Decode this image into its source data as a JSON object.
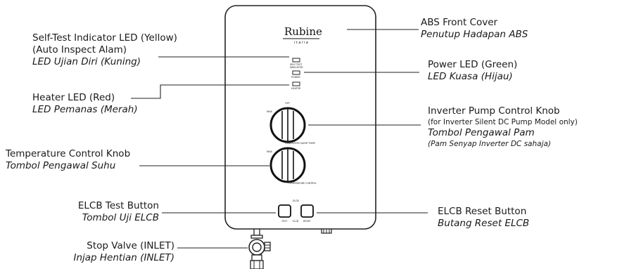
{
  "brand": {
    "logo_text": "Rubine",
    "logo_sub": "italia"
  },
  "panel": {
    "led_selftest": "SELF-TEST",
    "led_selftest2": "INDICATOR",
    "led_power": "POWER",
    "led_heater": "HEATER",
    "knob_off": "OFF",
    "knob_max": "MAX",
    "knob_pump_text": "INVERTER SILENT PUMP",
    "knob_temp_text": "TEMPERATURE CONTROL",
    "btn_row_label": "ELCB",
    "btn_test": "TEST",
    "btn_mid": "ELCB",
    "btn_reset": "RESET"
  },
  "labels": {
    "abs_cover": {
      "en": "ABS Front Cover",
      "ms": "Penutup Hadapan ABS"
    },
    "self_test": {
      "en": "Self-Test Indicator LED (Yellow)",
      "en2": "(Auto Inspect Alam)",
      "ms": "LED Ujian Diri (Kuning)"
    },
    "power_led": {
      "en": "Power LED (Green)",
      "ms": "LED Kuasa (Hijau)"
    },
    "heater_led": {
      "en": "Heater LED (Red)",
      "ms": "LED Pemanas (Merah)"
    },
    "pump_knob": {
      "en": "Inverter Pump Control Knob",
      "en2": "(for Inverter Silent DC Pump Model only)",
      "ms": "Tombol Pengawal Pam",
      "ms2": "(Pam Senyap Inverter DC sahaja)"
    },
    "temp_knob": {
      "en": "Temperature Control Knob",
      "ms": "Tombol Pengawal Suhu"
    },
    "elcb_test": {
      "en": "ELCB Test Button",
      "ms": "Tombol Uji ELCB"
    },
    "elcb_reset": {
      "en": "ELCB Reset Button",
      "ms": "Butang Reset ELCB"
    },
    "stop_valve": {
      "en": "Stop Valve (INLET)",
      "ms": "Injap Hentian (INLET)"
    }
  }
}
